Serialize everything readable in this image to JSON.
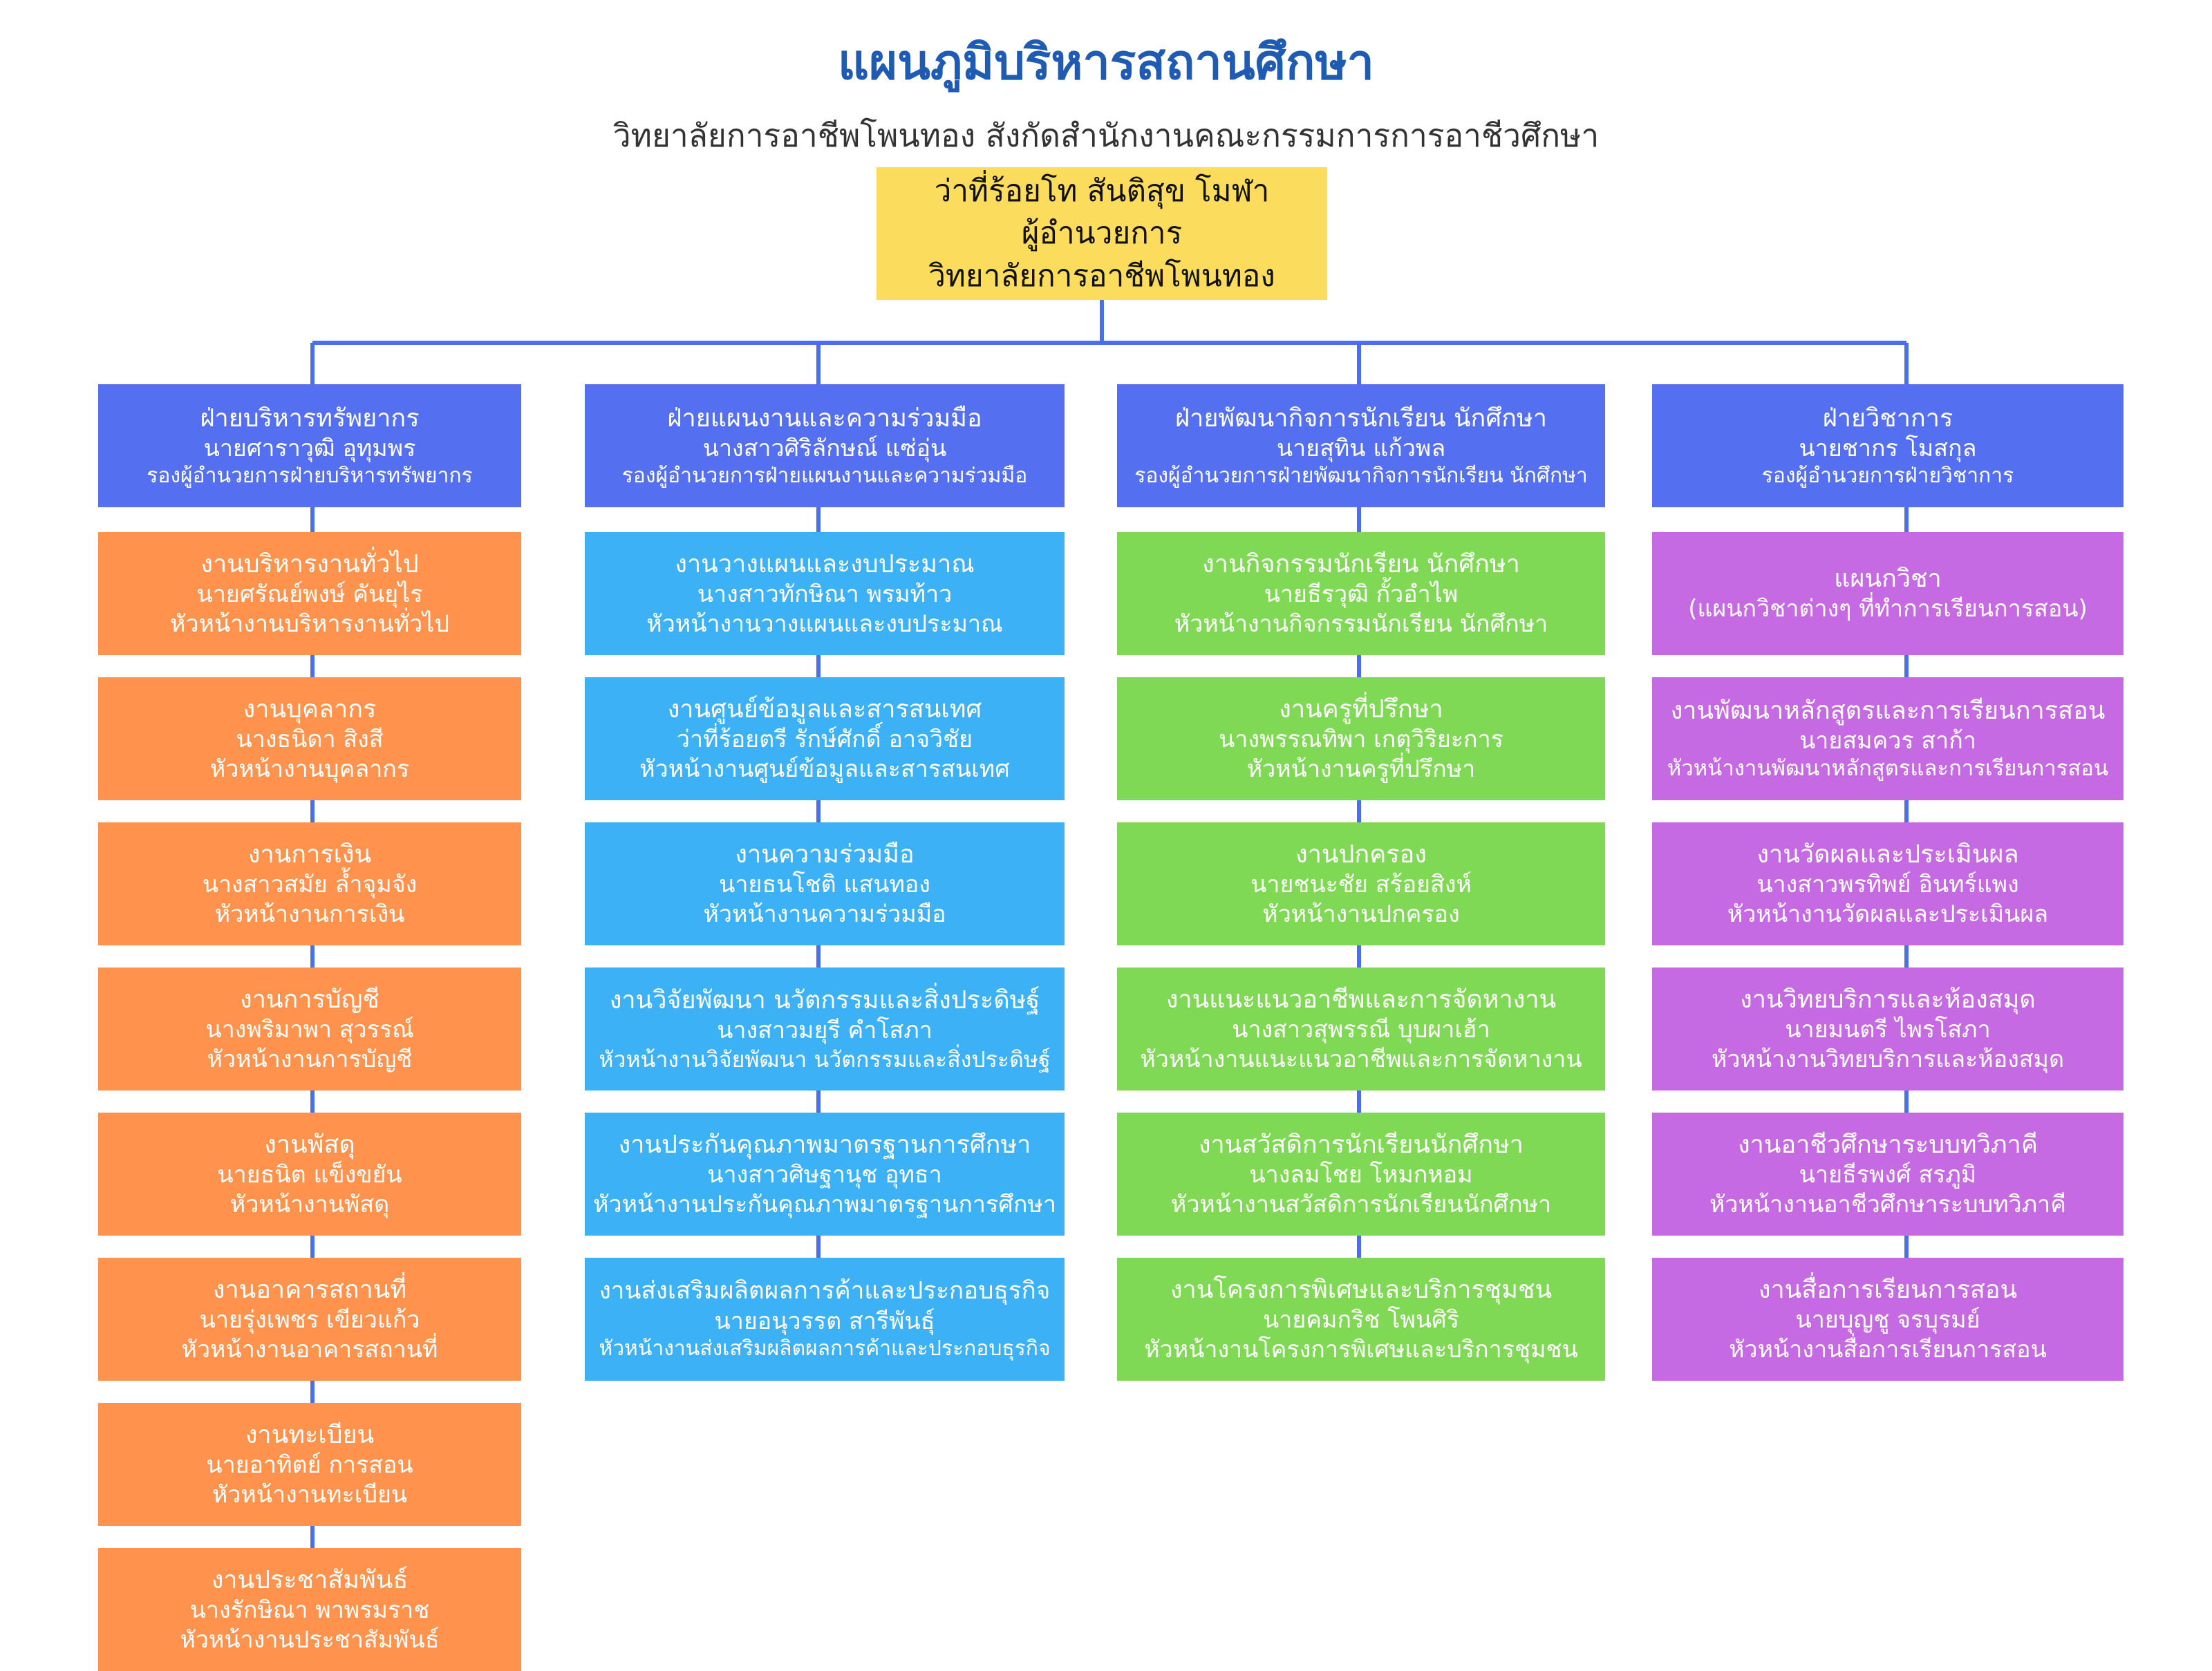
{
  "title": "แผนภูมิบริหารสถานศึกษา",
  "subtitle": "วิทยาลัยการอาชีพโพนทอง สังกัดสำนักงานคณะกรรมการการอาชีวศึกษา",
  "director": {
    "name": "ว่าที่ร้อยโท สันติสุข โมฬา",
    "position": "ผู้อำนวยการ",
    "org": "วิทยาลัยการอาชีพโพนทอง"
  },
  "colors": {
    "title": "#1f5bb3",
    "director": "#fcdc5c",
    "dept": "#5470f0",
    "line": "#4a6ef0",
    "col0": "#ff924d",
    "col1": "#3cb1f5",
    "col2": "#80d955",
    "col3": "#c66ae3"
  },
  "columns": [
    {
      "dept": {
        "name": "ฝ่ายบริหารทรัพยากร",
        "head": "นายศาราวุฒิ อุทุมพร",
        "position": "รองผู้อำนวยการฝ่ายบริหารทรัพยากร"
      },
      "tasks": [
        {
          "name": "งานบริหารงานทั่วไป",
          "person": "นายศรัณย์พงษ์ คันยุไร",
          "role": "หัวหน้างานบริหารงานทั่วไป"
        },
        {
          "name": "งานบุคลากร",
          "person": "นางธนิดา สิงสี",
          "role": "หัวหน้างานบุคลากร"
        },
        {
          "name": "งานการเงิน",
          "person": "นางสาวสมัย ล้ำจุมจัง",
          "role": "หัวหน้างานการเงิน"
        },
        {
          "name": "งานการบัญชี",
          "person": "นางพริมาพา สุวรรณ์",
          "role": "หัวหน้างานการบัญชี"
        },
        {
          "name": "งานพัสดุ",
          "person": "นายธนิต แข็งขยัน",
          "role": "หัวหน้างานพัสดุ"
        },
        {
          "name": "งานอาคารสถานที่",
          "person": "นายรุ่งเพชร เขียวแก้ว",
          "role": "หัวหน้างานอาคารสถานที่"
        },
        {
          "name": "งานทะเบียน",
          "person": "นายอาทิตย์ การสอน",
          "role": "หัวหน้างานทะเบียน"
        },
        {
          "name": "งานประชาสัมพันธ์",
          "person": "นางรักษิณา พาพรมราช",
          "role": "หัวหน้างานประชาสัมพันธ์"
        }
      ]
    },
    {
      "dept": {
        "name": "ฝ่ายแผนงานและความร่วมมือ",
        "head": "นางสาวศิริลักษณ์ แซ่อุ่น",
        "position": "รองผู้อำนวยการฝ่ายแผนงานและความร่วมมือ"
      },
      "tasks": [
        {
          "name": "งานวางแผนและงบประมาณ",
          "person": "นางสาวทักษิณา พรมท้าว",
          "role": "หัวหน้างานวางแผนและงบประมาณ"
        },
        {
          "name": "งานศูนย์ข้อมูลและสารสนเทศ",
          "person": "ว่าที่ร้อยตรี รักษ์ศักดิ์ อาจวิชัย",
          "role": "หัวหน้างานศูนย์ข้อมูลและสารสนเทศ"
        },
        {
          "name": "งานความร่วมมือ",
          "person": "นายธนโชติ แสนทอง",
          "role": "หัวหน้างานความร่วมมือ"
        },
        {
          "name": "งานวิจัยพัฒนา นวัตกรรมและสิ่งประดิษฐ์",
          "person": "นางสาวมยุรี คำโสภา",
          "role": "หัวหน้างานวิจัยพัฒนา นวัตกรรมและสิ่งประดิษฐ์"
        },
        {
          "name": "งานประกันคุณภาพมาตรฐานการศึกษา",
          "person": "นางสาวศิษฐานุช อุทธา",
          "role": "หัวหน้างานประกันคุณภาพมาตรฐานการศึกษา"
        },
        {
          "name": "งานส่งเสริมผลิตผลการค้าและประกอบธุรกิจ",
          "person": "นายอนุวรรต สารีพันธุ์",
          "role": "หัวหน้างานส่งเสริมผลิตผลการค้าและประกอบธุรกิจ"
        }
      ]
    },
    {
      "dept": {
        "name": "ฝ่ายพัฒนากิจการนักเรียน นักศึกษา",
        "head": "นายสุทิน แก้วพล",
        "position": "รองผู้อำนวยการฝ่ายพัฒนากิจการนักเรียน นักศึกษา"
      },
      "tasks": [
        {
          "name": "งานกิจกรรมนักเรียน นักศึกษา",
          "person": "นายธีรวุฒิ กั้วอำไพ",
          "role": "หัวหน้างานกิจกรรมนักเรียน นักศึกษา"
        },
        {
          "name": "งานครูที่ปรึกษา",
          "person": "นางพรรณทิพา เกตุวิริยะการ",
          "role": "หัวหน้างานครูที่ปรึกษา"
        },
        {
          "name": "งานปกครอง",
          "person": "นายชนะชัย สร้อยสิงห์",
          "role": "หัวหน้างานปกครอง"
        },
        {
          "name": "งานแนะแนวอาชีพและการจัดหางาน",
          "person": "นางสาวสุพรรณี บุบผาเฮ้า",
          "role": "หัวหน้างานแนะแนวอาชีพและการจัดหางาน"
        },
        {
          "name": "งานสวัสดิการนักเรียนนักศึกษา",
          "person": "นางลมโชย โหมกหอม",
          "role": "หัวหน้างานสวัสดิการนักเรียนนักศึกษา"
        },
        {
          "name": "งานโครงการพิเศษและบริการชุมชน",
          "person": "นายคมกริช โพนศิริ",
          "role": "หัวหน้างานโครงการพิเศษและบริการชุมชน"
        }
      ]
    },
    {
      "dept": {
        "name": "ฝ่ายวิชาการ",
        "head": "นายชากร โมสกุล",
        "position": "รองผู้อำนวยการฝ่ายวิชาการ"
      },
      "tasks": [
        {
          "name": "แผนกวิชา",
          "person": "",
          "role": "(แผนกวิชาต่างๆ ที่ทำการเรียนการสอน)"
        },
        {
          "name": "งานพัฒนาหลักสูตรและการเรียนการสอน",
          "person": "นายสมควร สาก้า",
          "role": "หัวหน้างานพัฒนาหลักสูตรและการเรียนการสอน"
        },
        {
          "name": "งานวัดผลและประเมินผล",
          "person": "นางสาวพรทิพย์ อินทร์แพง",
          "role": "หัวหน้างานวัดผลและประเมินผล"
        },
        {
          "name": "งานวิทยบริการและห้องสมุด",
          "person": "นายมนตรี ไพรโสภา",
          "role": "หัวหน้างานวิทยบริการและห้องสมุด"
        },
        {
          "name": "งานอาชีวศึกษาระบบทวิภาคี",
          "person": "นายธีรพงศ์ สรภูมิ",
          "role": "หัวหน้างานอาชีวศึกษาระบบทวิภาคี"
        },
        {
          "name": "งานสื่อการเรียนการสอน",
          "person": "นายบุญชู จรบุรมย์",
          "role": "หัวหน้างานสื่อการเรียนการสอน"
        }
      ]
    }
  ]
}
